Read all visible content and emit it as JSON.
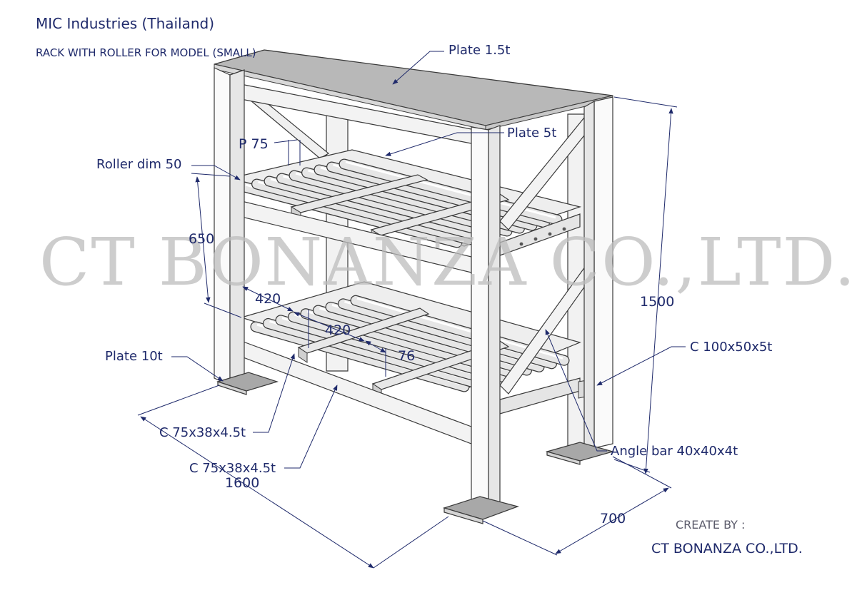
{
  "header": {
    "company": "MIC Industries (Thailand)",
    "subtitle": "RACK WITH ROLLER FOR MODEL (SMALL)"
  },
  "callouts": {
    "top_plate": "Plate 1.5t",
    "side_plate": "Plate 5t",
    "pitch": "P 75",
    "roller": "Roller dim 50",
    "base_plate": "Plate 10t",
    "channel_main": "C 100x50x5t",
    "channel_a": "C 75x38x4.5t",
    "channel_b": "C 75x38x4.5t",
    "angle_bar": "Angle bar 40x40x4t"
  },
  "dimensions": {
    "level_height": "650",
    "bay_1": "420",
    "bay_2": "420",
    "gap": "76",
    "height": "1500",
    "length": "1600",
    "depth": "700"
  },
  "watermark": "CT  BONANZA CO.,LTD.",
  "footer": {
    "created_by": "CREATE BY :",
    "creator": "CT BONANZA CO.,LTD."
  },
  "colors": {
    "line": "#1f2a6b",
    "frame_stroke": "#3a3a3a",
    "frame_fill": "#f4f4f4",
    "top_plate_fill": "#b8b8b8",
    "roller_fill": "#e2e2e2",
    "watermark": "#bdbdbd"
  }
}
